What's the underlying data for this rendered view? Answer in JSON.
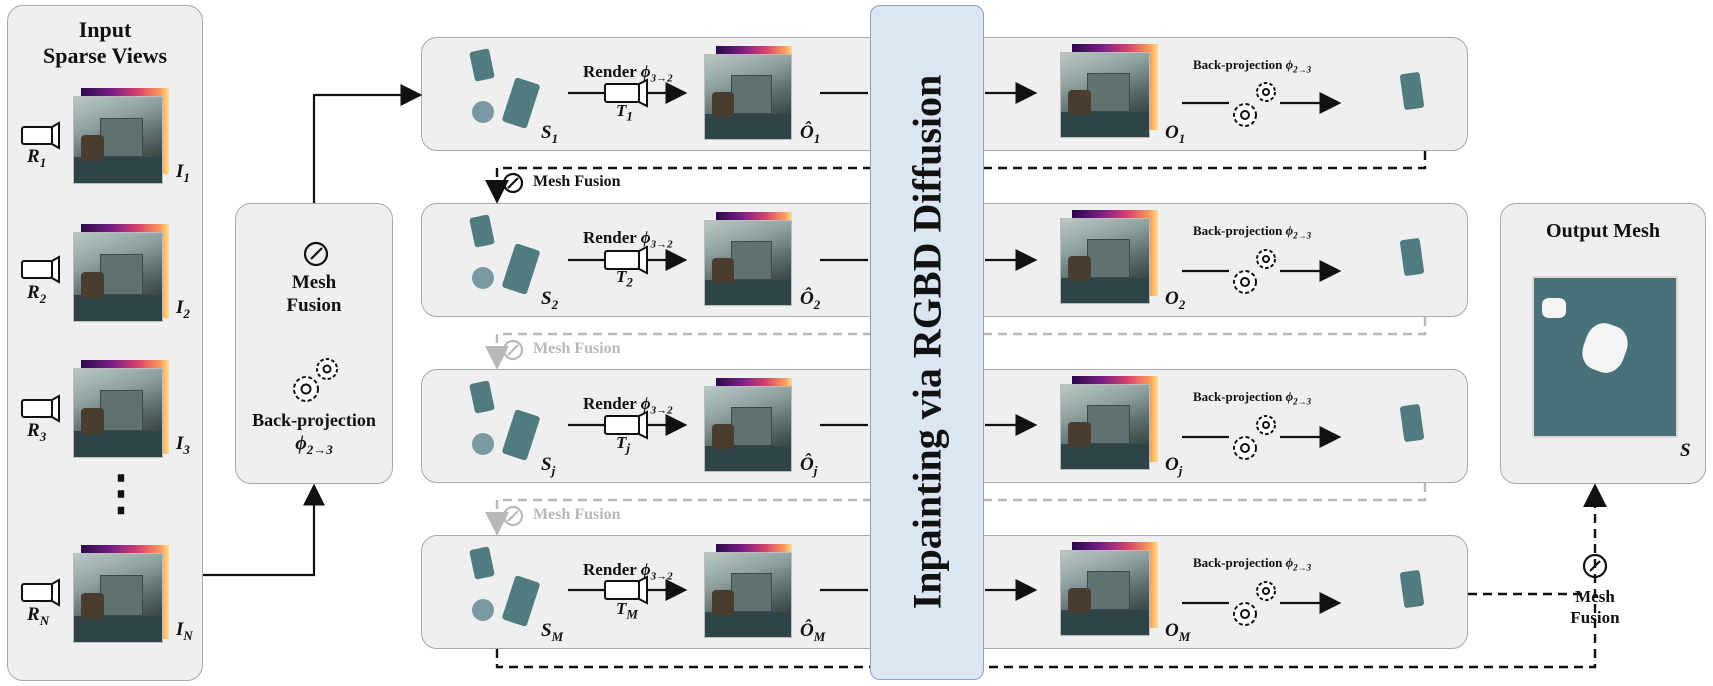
{
  "input_panel": {
    "title_line1": "Input",
    "title_line2": "Sparse Views",
    "views": [
      {
        "camera": "R",
        "camera_sub": "1",
        "image": "I",
        "image_sub": "1"
      },
      {
        "camera": "R",
        "camera_sub": "2",
        "image": "I",
        "image_sub": "2"
      },
      {
        "camera": "R",
        "camera_sub": "3",
        "image": "I",
        "image_sub": "3"
      },
      {
        "camera": "R",
        "camera_sub": "N",
        "image": "I",
        "image_sub": "N"
      }
    ],
    "ellipsis": "⋮"
  },
  "init_panel": {
    "mesh_fusion_line1": "Mesh",
    "mesh_fusion_line2": "Fusion",
    "backproj": "Back-projection",
    "backproj_op": "ϕ",
    "backproj_op_sub": "2→3",
    "link_icon": "link-icon",
    "gear_icon": "gears-icon"
  },
  "stages": [
    {
      "mesh": "S",
      "mesh_sub": "1",
      "render": "Render",
      "render_op": "ϕ",
      "render_op_sub": "3→2",
      "cam": "T",
      "cam_sub": "1",
      "rendered": "Ô",
      "rendered_sub": "1",
      "output": "O",
      "output_sub": "1",
      "backproj": "Back-projection",
      "backproj_op": "ϕ",
      "backproj_op_sub": "2→3"
    },
    {
      "mesh": "S",
      "mesh_sub": "2",
      "render": "Render",
      "render_op": "ϕ",
      "render_op_sub": "3→2",
      "cam": "T",
      "cam_sub": "2",
      "rendered": "Ô",
      "rendered_sub": "2",
      "output": "O",
      "output_sub": "2",
      "backproj": "Back-projection",
      "backproj_op": "ϕ",
      "backproj_op_sub": "2→3"
    },
    {
      "mesh": "S",
      "mesh_sub": "j",
      "render": "Render",
      "render_op": "ϕ",
      "render_op_sub": "3→2",
      "cam": "T",
      "cam_sub": "j",
      "rendered": "Ô",
      "rendered_sub": "j",
      "output": "O",
      "output_sub": "j",
      "backproj": "Back-projection",
      "backproj_op": "ϕ",
      "backproj_op_sub": "2→3"
    },
    {
      "mesh": "S",
      "mesh_sub": "M",
      "render": "Render",
      "render_op": "ϕ",
      "render_op_sub": "3→2",
      "cam": "T",
      "cam_sub": "M",
      "rendered": "Ô",
      "rendered_sub": "M",
      "output": "O",
      "output_sub": "M",
      "backproj": "Back-projection",
      "backproj_op": "ϕ",
      "backproj_op_sub": "2→3"
    }
  ],
  "mesh_fusion_links": [
    "Mesh Fusion",
    "Mesh Fusion",
    "Mesh Fusion"
  ],
  "diffusion_label": "Inpainting via RGBD Diffusion",
  "output_panel": {
    "title": "Output Mesh",
    "mesh": "S"
  },
  "final_fusion": {
    "line1": "Mesh",
    "line2": "Fusion"
  },
  "colors": {
    "panel_bg": "#efefef",
    "panel_border": "#a9a9a9",
    "diffusion_bg": "#dce6f2",
    "faded": "#b8b8b8",
    "depth_map": "#b3337a"
  }
}
